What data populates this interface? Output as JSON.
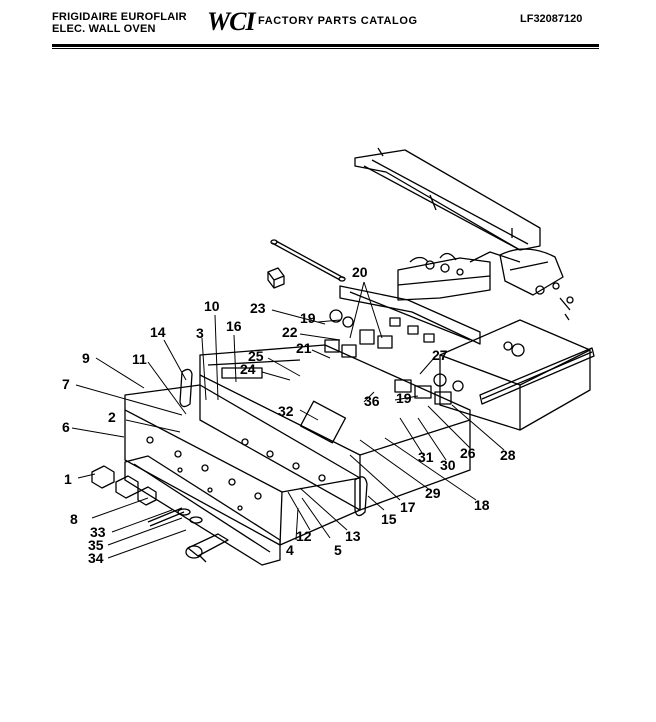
{
  "header": {
    "brand_line1": "FRIGIDAIRE EUROFLAIR",
    "brand_line2": "ELEC. WALL OVEN",
    "logo": "WCI",
    "catalog_title": "FACTORY PARTS CATALOG",
    "catalog_code": "LF32087120"
  },
  "callouts": {
    "c1": "1",
    "c2": "2",
    "c3": "3",
    "c4": "4",
    "c5": "5",
    "c6": "6",
    "c7": "7",
    "c8": "8",
    "c9": "9",
    "c10": "10",
    "c11": "11",
    "c12": "12",
    "c13": "13",
    "c14": "14",
    "c15": "15",
    "c16": "16",
    "c17": "17",
    "c18": "18",
    "c19a": "19",
    "c19b": "19",
    "c20": "20",
    "c21": "21",
    "c22": "22",
    "c23": "23",
    "c24": "24",
    "c25": "25",
    "c26": "26",
    "c27": "27",
    "c28": "28",
    "c29": "29",
    "c30": "30",
    "c31": "31",
    "c32": "32",
    "c33": "33",
    "c34": "34",
    "c35": "35",
    "c36": "36"
  }
}
